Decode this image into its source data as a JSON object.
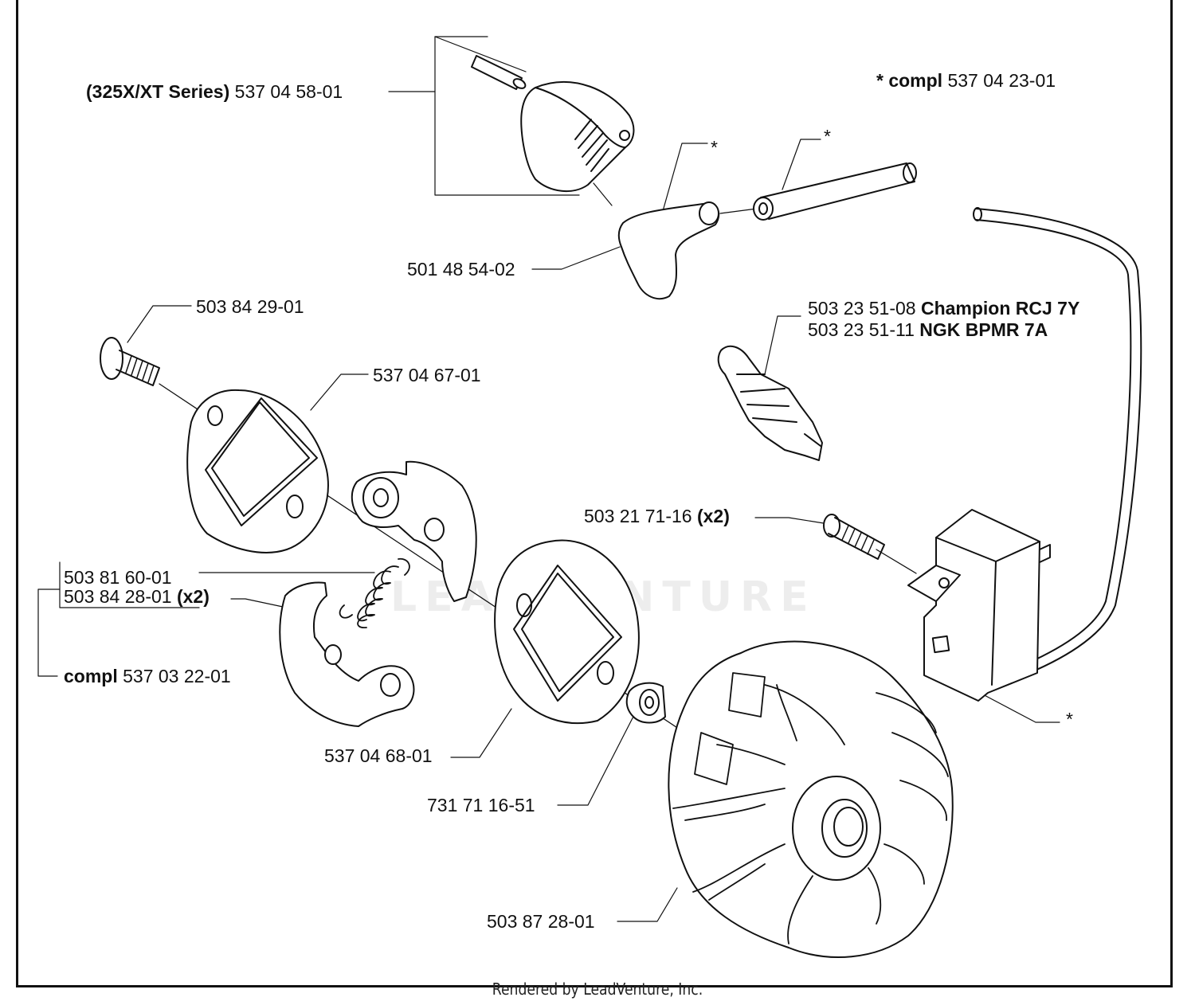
{
  "callouts": {
    "trigger_cover": {
      "bold": "(325X/XT Series)",
      "text": " 537 04 58-01"
    },
    "compl_top": {
      "bold": "* compl",
      "text": " 537 04 23-01"
    },
    "spark_boot": {
      "text": "501 48 54-02"
    },
    "screw_top": {
      "text": "503 84 29-01"
    },
    "washer_plate": {
      "text": "537 04 67-01"
    },
    "spark_plug_1": {
      "text": "503 23 51-08 ",
      "bold": "Champion RCJ 7Y"
    },
    "spark_plug_2": {
      "text": "503 23 51-11 ",
      "bold": "NGK BPMR 7A"
    },
    "coil_screw": {
      "text": "503 21 71-16 ",
      "bold": "(x2)"
    },
    "spring": {
      "text": "503 81 60-01"
    },
    "clutch_shoe": {
      "text": "503 84 28-01 ",
      "bold": "(x2)"
    },
    "clutch_compl": {
      "bold": "compl",
      "text": " 537 03 22-01"
    },
    "plate_lower": {
      "text": "537 04 68-01"
    },
    "nut": {
      "text": "731 71 16-51"
    },
    "flywheel": {
      "text": "503 87 28-01"
    },
    "star_boot": "*",
    "star_tube": "*",
    "star_coil": "*"
  },
  "watermark": "LEADVENTURE",
  "footer": "Rendered by LeadVenture, Inc."
}
